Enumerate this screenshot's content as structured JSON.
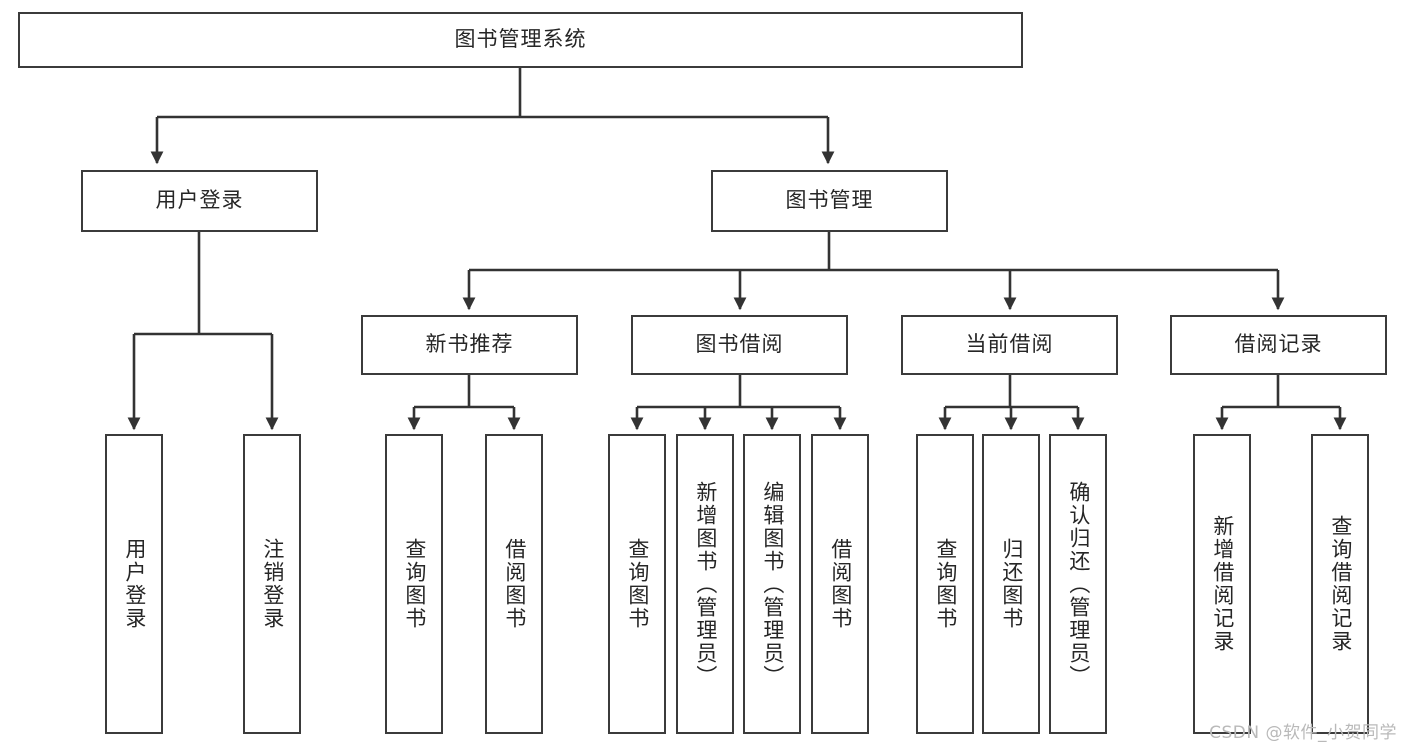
{
  "diagram": {
    "title": "图书管理系统",
    "type": "tree",
    "colors": {
      "box_border": "#3b3b3b",
      "box_fill": "#ffffff",
      "connector": "#333333",
      "text": "#262626",
      "watermark": "#b9b9b9",
      "background": "#ffffff"
    },
    "watermark": "CSDN @软件_小贺同学",
    "nodes": {
      "root": {
        "label": "图书管理系统",
        "orientation": "horizontal"
      },
      "level2": [
        {
          "id": "user-login",
          "label": "用户登录",
          "orientation": "horizontal"
        },
        {
          "id": "book-management",
          "label": "图书管理",
          "orientation": "horizontal"
        }
      ],
      "level3": [
        {
          "id": "new-book-recommend",
          "label": "新书推荐",
          "orientation": "horizontal"
        },
        {
          "id": "book-borrow",
          "label": "图书借阅",
          "orientation": "horizontal"
        },
        {
          "id": "current-borrow",
          "label": "当前借阅",
          "orientation": "horizontal"
        },
        {
          "id": "borrow-record",
          "label": "借阅记录",
          "orientation": "horizontal"
        }
      ],
      "leaves": [
        {
          "id": "leaf-user-login",
          "label": "用户登录",
          "parent": "user-login",
          "orientation": "vertical"
        },
        {
          "id": "leaf-logout-login",
          "label": "注销登录",
          "parent": "user-login",
          "orientation": "vertical"
        },
        {
          "id": "leaf-query-book-1",
          "label": "查询图书",
          "parent": "new-book-recommend",
          "orientation": "vertical"
        },
        {
          "id": "leaf-borrow-book-1",
          "label": "借阅图书",
          "parent": "new-book-recommend",
          "orientation": "vertical"
        },
        {
          "id": "leaf-query-book-2",
          "label": "查询图书",
          "parent": "book-borrow",
          "orientation": "vertical"
        },
        {
          "id": "leaf-add-book",
          "label": "新增图书（管理员）",
          "parent": "book-borrow",
          "orientation": "vertical"
        },
        {
          "id": "leaf-edit-book",
          "label": "编辑图书（管理员）",
          "parent": "book-borrow",
          "orientation": "vertical"
        },
        {
          "id": "leaf-borrow-book-2",
          "label": "借阅图书",
          "parent": "book-borrow",
          "orientation": "vertical"
        },
        {
          "id": "leaf-query-book-3",
          "label": "查询图书",
          "parent": "current-borrow",
          "orientation": "vertical"
        },
        {
          "id": "leaf-return-book",
          "label": "归还图书",
          "parent": "current-borrow",
          "orientation": "vertical"
        },
        {
          "id": "leaf-confirm-return",
          "label": "确认归还（管理员）",
          "parent": "current-borrow",
          "orientation": "vertical"
        },
        {
          "id": "leaf-add-record",
          "label": "新增借阅记录",
          "parent": "borrow-record",
          "orientation": "vertical"
        },
        {
          "id": "leaf-query-record",
          "label": "查询借阅记录",
          "parent": "borrow-record",
          "orientation": "vertical"
        }
      ]
    }
  }
}
